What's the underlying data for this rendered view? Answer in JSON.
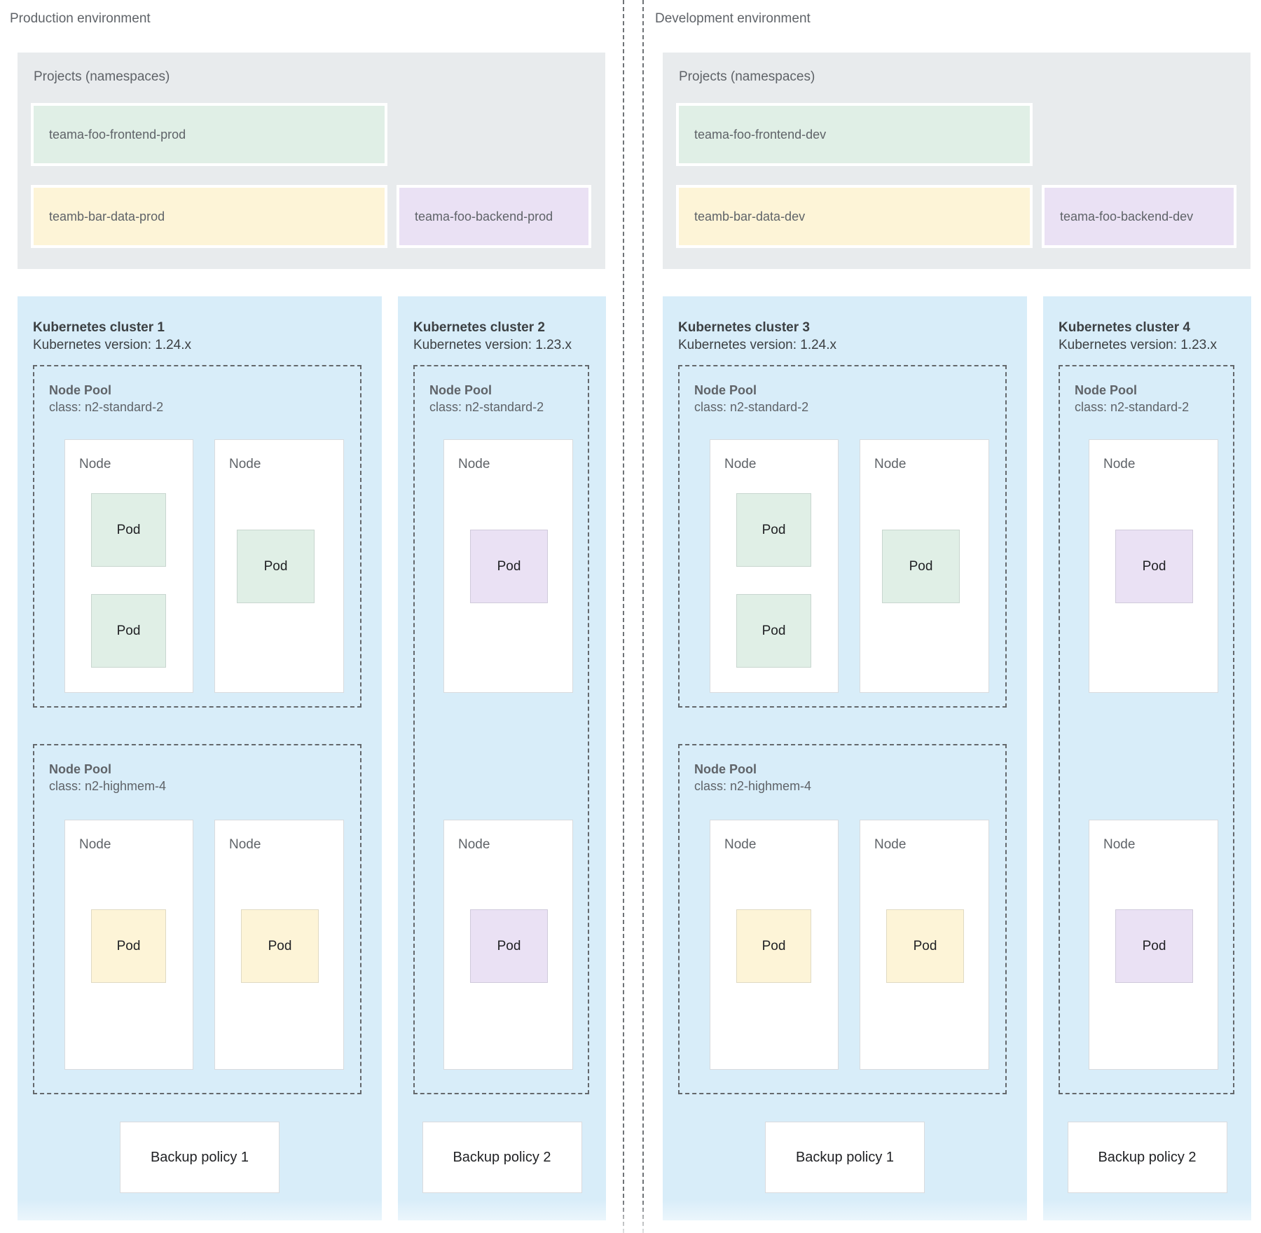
{
  "labels": {
    "node": "Node",
    "pod": "Pod"
  },
  "colors": {
    "projects_box": "#e8ebed",
    "cluster_box": "#d8edf9",
    "green": "#e0efe6",
    "yellow": "#fdf4d7",
    "purple": "#eae1f4",
    "node_fill": "#ffffff",
    "dashed_border": "#64686c",
    "divider": "#6e7276"
  },
  "environments": [
    {
      "label": "Production environment",
      "projects_title": "Projects (namespaces)",
      "projects": [
        {
          "name": "teama-foo-frontend-prod",
          "color": "#e0efe6"
        },
        {
          "name": "teamb-bar-data-prod",
          "color": "#fdf4d7"
        },
        {
          "name": "teama-foo-backend-prod",
          "color": "#eae1f4"
        }
      ],
      "clusters": [
        {
          "title": "Kubernetes cluster 1",
          "version": "Kubernetes version: 1.24.x",
          "backup_policy": "Backup policy 1",
          "node_pools": [
            {
              "name": "Node Pool",
              "class": "class: n2-standard-2",
              "nodes": [
                {
                  "pods": [
                    "green",
                    "green"
                  ]
                },
                {
                  "pods": [
                    "green"
                  ]
                }
              ]
            },
            {
              "name": "Node Pool",
              "class": "class: n2-highmem-4",
              "nodes": [
                {
                  "pods": [
                    "yellow"
                  ]
                },
                {
                  "pods": [
                    "yellow"
                  ]
                }
              ]
            }
          ]
        },
        {
          "title": "Kubernetes cluster 2",
          "version": "Kubernetes version: 1.23.x",
          "backup_policy": "Backup policy 2",
          "node_pools": [
            {
              "name": "Node Pool",
              "class": "class: n2-standard-2",
              "nodes": [
                {
                  "pods": [
                    "purple"
                  ]
                },
                {
                  "pods": [
                    "purple"
                  ]
                }
              ]
            }
          ]
        }
      ]
    },
    {
      "label": "Development environment",
      "projects_title": "Projects (namespaces)",
      "projects": [
        {
          "name": "teama-foo-frontend-dev",
          "color": "#e0efe6"
        },
        {
          "name": "teamb-bar-data-dev",
          "color": "#fdf4d7"
        },
        {
          "name": "teama-foo-backend-dev",
          "color": "#eae1f4"
        }
      ],
      "clusters": [
        {
          "title": "Kubernetes cluster 3",
          "version": "Kubernetes version: 1.24.x",
          "backup_policy": "Backup policy 1",
          "node_pools": [
            {
              "name": "Node Pool",
              "class": "class: n2-standard-2",
              "nodes": [
                {
                  "pods": [
                    "green",
                    "green"
                  ]
                },
                {
                  "pods": [
                    "green"
                  ]
                }
              ]
            },
            {
              "name": "Node Pool",
              "class": "class: n2-highmem-4",
              "nodes": [
                {
                  "pods": [
                    "yellow"
                  ]
                },
                {
                  "pods": [
                    "yellow"
                  ]
                }
              ]
            }
          ]
        },
        {
          "title": "Kubernetes cluster 4",
          "version": "Kubernetes version: 1.23.x",
          "backup_policy": "Backup policy 2",
          "node_pools": [
            {
              "name": "Node Pool",
              "class": "class: n2-standard-2",
              "nodes": [
                {
                  "pods": [
                    "purple"
                  ]
                },
                {
                  "pods": [
                    "purple"
                  ]
                }
              ]
            }
          ]
        }
      ]
    }
  ]
}
